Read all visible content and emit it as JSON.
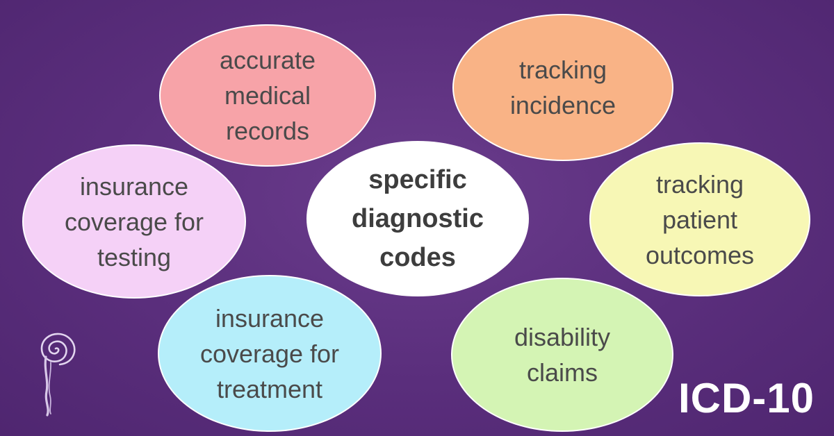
{
  "background_color": "#5a2e7c",
  "center": {
    "label": "specific\ndiagnostic\ncodes",
    "color": "#ffffff"
  },
  "bubbles": [
    {
      "label": "accurate\nmedical\nrecords",
      "color": "#f7a3a8"
    },
    {
      "label": "tracking\nincidence",
      "color": "#f9b386"
    },
    {
      "label": "insurance\ncoverage for\ntesting",
      "color": "#f5d1f7"
    },
    {
      "label": "tracking\npatient\noutcomes",
      "color": "#f7f7b5"
    },
    {
      "label": "insurance\ncoverage for\ntreatment",
      "color": "#b5eefa"
    },
    {
      "label": "disability\nclaims",
      "color": "#d4f4b4"
    }
  ],
  "corner_label": "ICD-10",
  "logo_icon": "swirl-icon"
}
